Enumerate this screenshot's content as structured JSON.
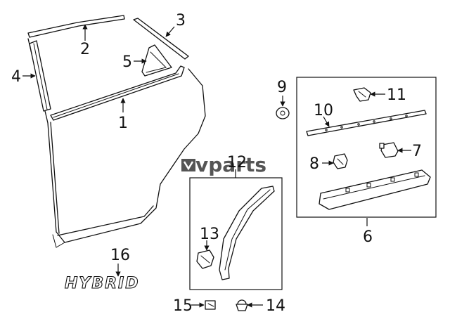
{
  "watermark": {
    "text": "vparts"
  },
  "emblem": {
    "text": "HYBRID"
  },
  "callouts": {
    "c1": "1",
    "c2": "2",
    "c3": "3",
    "c4": "4",
    "c5": "5",
    "c6": "6",
    "c7": "7",
    "c8": "8",
    "c9": "9",
    "c10": "10",
    "c11": "11",
    "c12": "12",
    "c13": "13",
    "c14": "14",
    "c15": "15",
    "c16": "16"
  },
  "colors": {
    "line": "#111111",
    "watermark": "#555555",
    "background": "#ffffff"
  }
}
